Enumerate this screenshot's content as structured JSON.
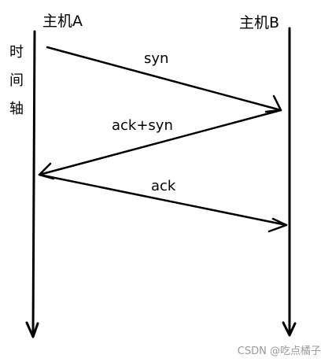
{
  "hosts": {
    "a": "主机A",
    "b": "主机B"
  },
  "time_axis": [
    "时",
    "间",
    "轴"
  ],
  "messages": [
    {
      "label": "syn",
      "from": "A",
      "to": "B"
    },
    {
      "label": "ack+syn",
      "from": "B",
      "to": "A"
    },
    {
      "label": "ack",
      "from": "A",
      "to": "B"
    }
  ],
  "watermark": "CSDN @吃点橘子",
  "colors": {
    "line": "#000000",
    "watermark": "#9a9a9a",
    "background": "#ffffff"
  }
}
